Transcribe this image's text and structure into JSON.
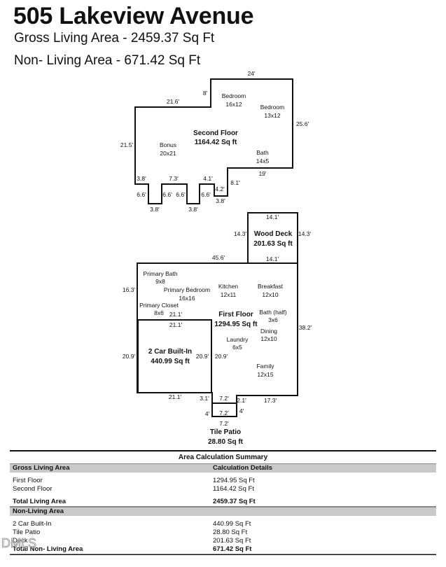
{
  "header": {
    "address": "505 Lakeview Avenue",
    "gross_living": "Gross Living Area - 2459.37 Sq Ft",
    "non_living": "Non- Living Area - 671.42 Sq Ft"
  },
  "second_floor": {
    "name": "Second Floor",
    "area": "1164.42 Sq ft",
    "rooms": [
      {
        "name": "Bedroom",
        "size": "16x12"
      },
      {
        "name": "Bedroom",
        "size": "13x12"
      },
      {
        "name": "Bonus",
        "size": "20x21"
      },
      {
        "name": "Bath",
        "size": "14x5"
      }
    ],
    "dims": [
      "24'",
      "8'",
      "21.6'",
      "25.6'",
      "21.5'",
      "19'",
      "8.1'",
      "3.8'",
      "7.3'",
      "4.1'",
      "4.2'",
      "6.6'",
      "6.6'",
      "6.6'",
      "6.6'",
      "3.8'",
      "3.8'",
      "3.8'"
    ]
  },
  "wood_deck": {
    "name": "Wood Deck",
    "area": "201.63 Sq ft",
    "dims": [
      "14.1'",
      "14.3'",
      "14.3'",
      "14.1'"
    ]
  },
  "first_floor": {
    "name": "First Floor",
    "area": "1294.95 Sq ft",
    "rooms": [
      {
        "name": "Primary Bath",
        "size": "9x8"
      },
      {
        "name": "Primary Bedroom",
        "size": "16x16"
      },
      {
        "name": "Kitchen",
        "size": "12x11"
      },
      {
        "name": "Breakfast",
        "size": "12x10"
      },
      {
        "name": "Primary Closet",
        "size": "8x6"
      },
      {
        "name": "Bath (half)",
        "size": "3x6"
      },
      {
        "name": "Dining",
        "size": "12x10"
      },
      {
        "name": "Laundry",
        "size": "6x5"
      },
      {
        "name": "Family",
        "size": "12x15"
      }
    ],
    "dims": [
      "45.6'",
      "16.3'",
      "21.1'",
      "21.1'",
      "20.9'",
      "20.9'",
      "20.9'",
      "38.2'",
      "21.1'",
      "3.1'",
      "7.2'",
      "2.1'",
      "17.3'",
      "4'",
      "4'"
    ]
  },
  "garage": {
    "name": "2 Car Built-In",
    "area": "440.99 Sq ft"
  },
  "tile_patio": {
    "name": "Tile Patio",
    "area": "28.80 Sq ft",
    "dims": [
      "7.2'",
      "7.2'"
    ]
  },
  "summary": {
    "title": "Area Calculation Summary",
    "gla_header": "Gross Living Area",
    "calc_header": "Calculation Details",
    "gla_rows": [
      {
        "label": "First Floor",
        "value": "1294.95 Sq Ft"
      },
      {
        "label": "Second Floor",
        "value": "1164.42 Sq Ft"
      }
    ],
    "gla_total": {
      "label": "Total Living Area",
      "value": "2459.37 Sq Ft"
    },
    "nla_header": "Non-Living Area",
    "nla_rows": [
      {
        "label": "2 Car Built-In",
        "value": "440.99 Sq Ft"
      },
      {
        "label": "Tile Patio",
        "value": "28.80 Sq Ft"
      },
      {
        "label": "Deck",
        "value": "201.63 Sq Ft"
      }
    ],
    "nla_total": {
      "label": "Total Non- Living Area",
      "value": "671.42 Sq Ft"
    }
  },
  "watermark": "DMLS"
}
